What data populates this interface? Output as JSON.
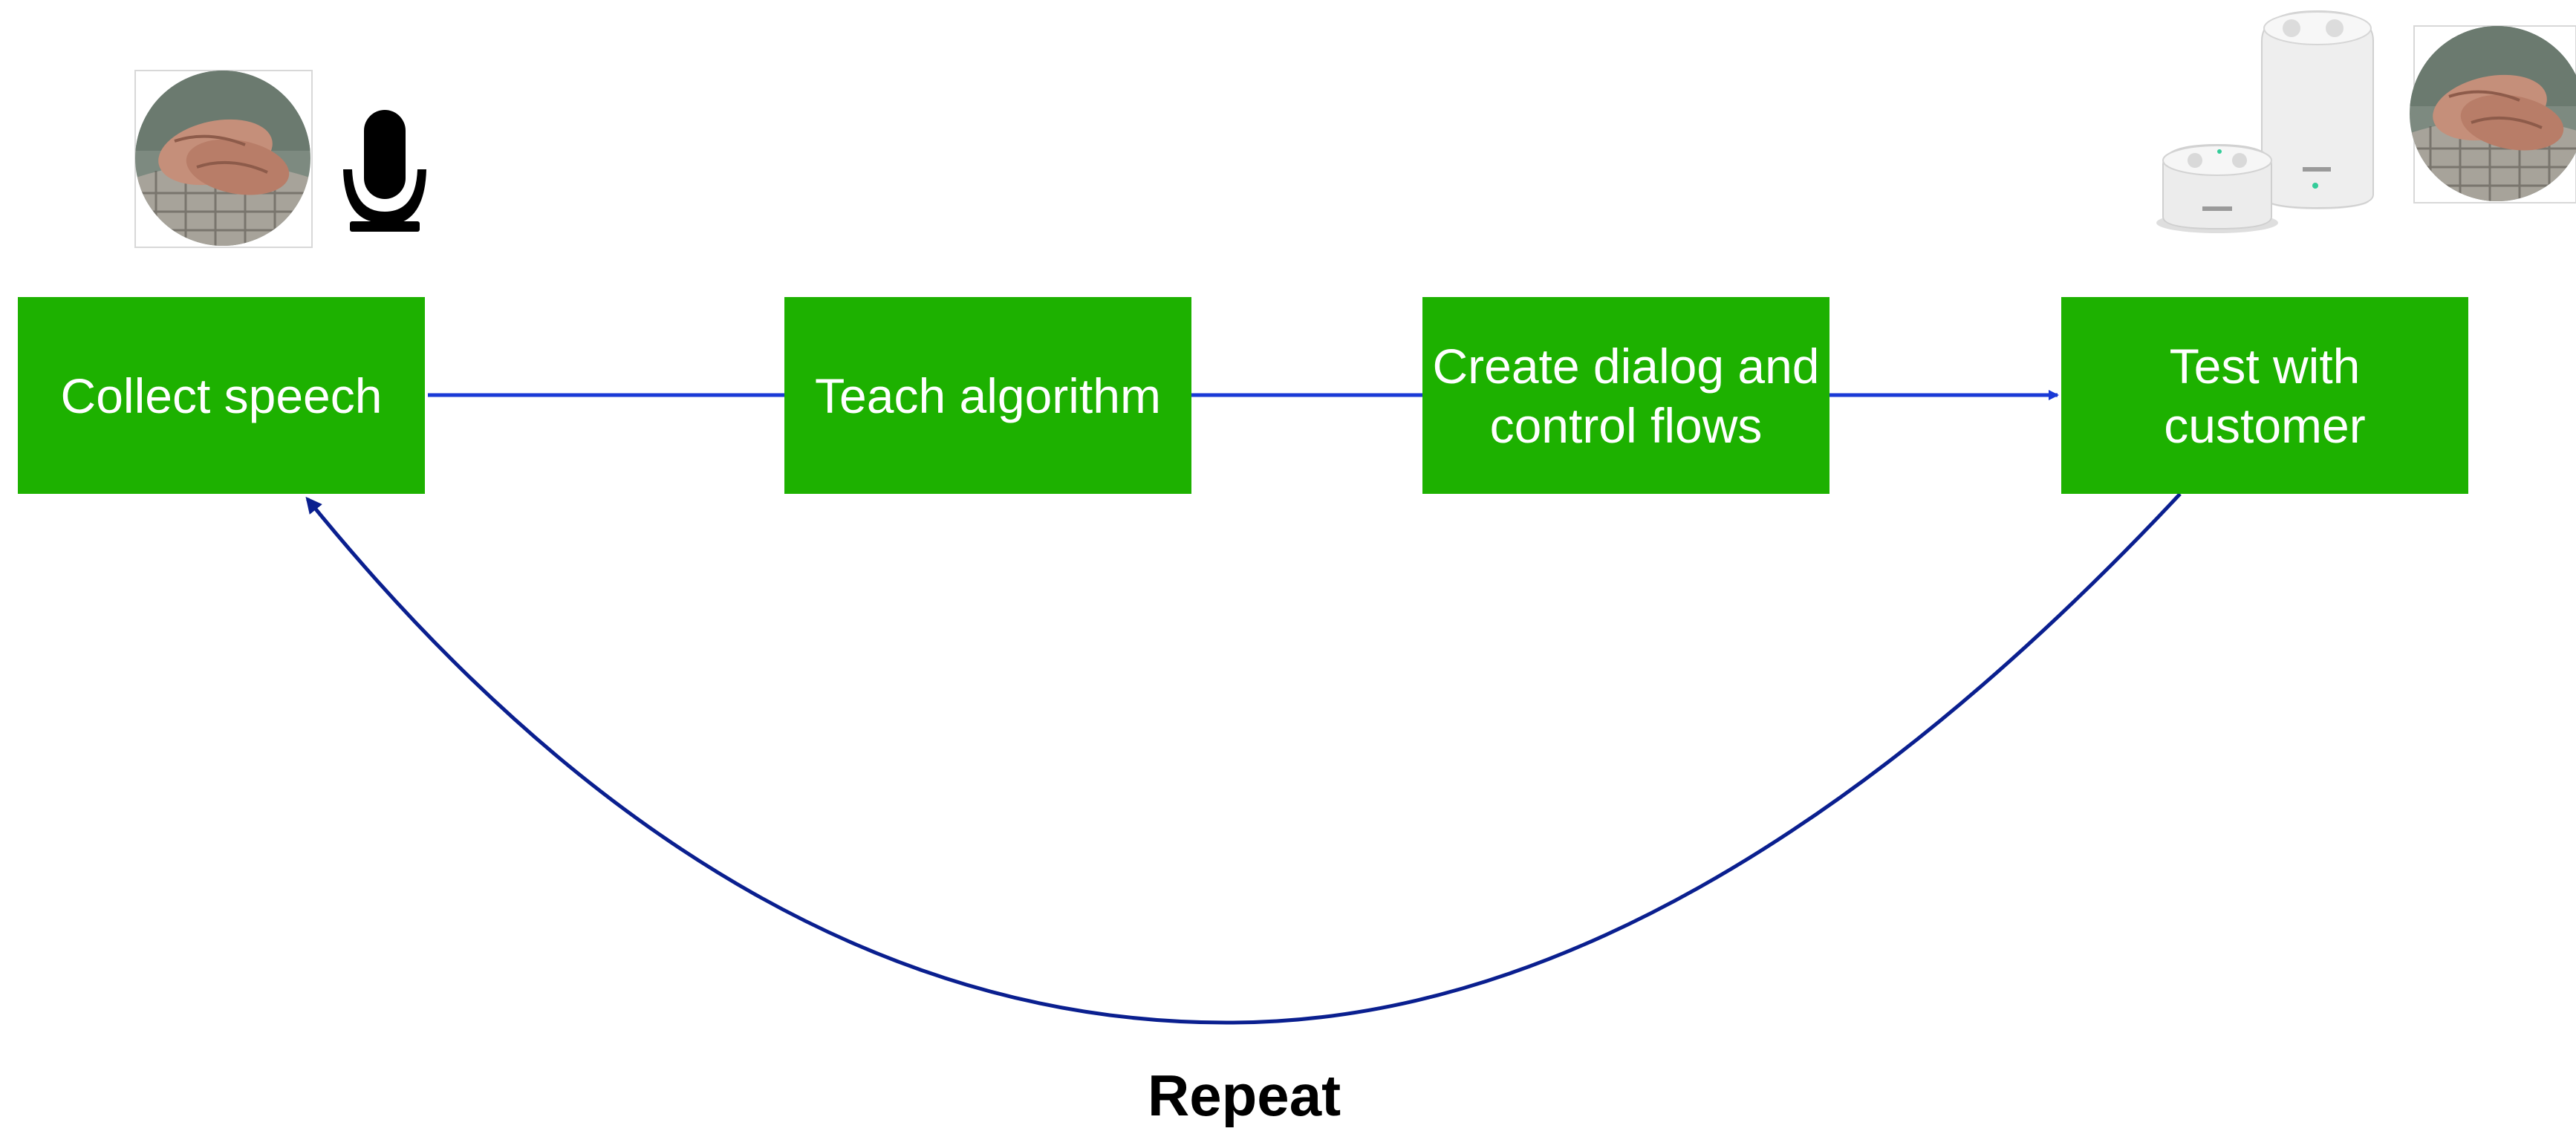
{
  "diagram": {
    "steps": [
      {
        "label": "Collect speech"
      },
      {
        "label": "Teach algorithm"
      },
      {
        "label": "Create dialog and\ncontrol flows"
      },
      {
        "label": "Test with\ncustomer"
      }
    ],
    "loop_label": "Repeat",
    "colors": {
      "box_fill": "#1db100",
      "box_text": "#ffffff",
      "connector": "#1a3ad6",
      "loop_arrow": "#0a1f8f"
    },
    "icons": [
      "elderly-person-photo-icon",
      "microphone-icon",
      "smart-speaker-devices-icon",
      "elderly-person-photo-icon"
    ]
  }
}
